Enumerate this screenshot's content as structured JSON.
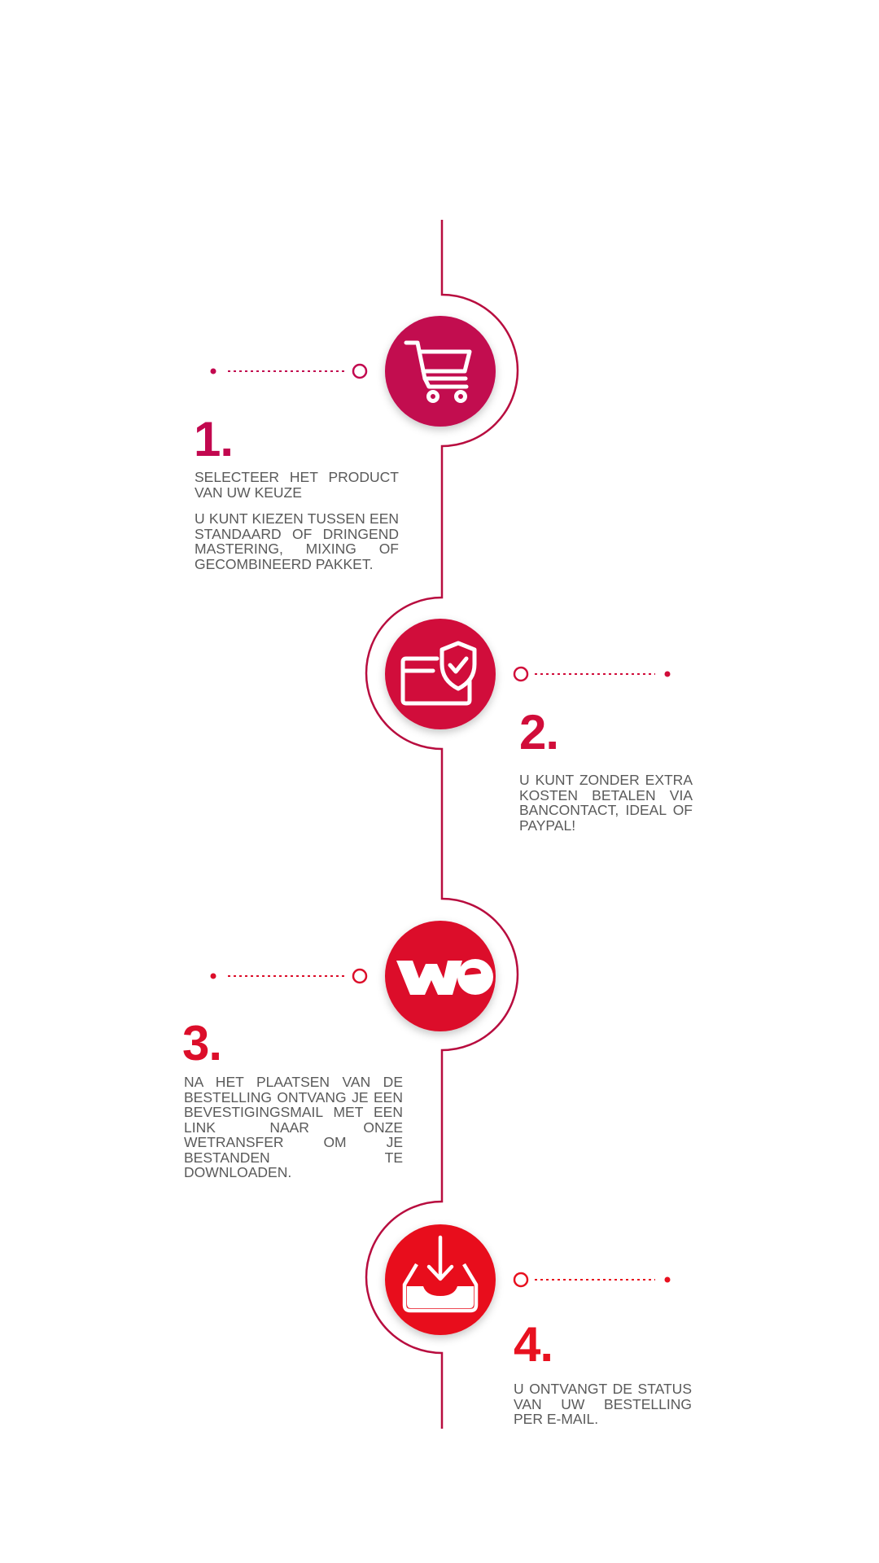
{
  "colors": {
    "line": "#b80d3f",
    "step1": "#c2084f",
    "step2": "#d10d3a",
    "step3": "#dc0e2a",
    "step4": "#e8111f",
    "text": "#5a5a5a"
  },
  "steps": [
    {
      "number": "1.",
      "icon": "shopping-cart-icon",
      "heading": "SELECTEER HET PRODUCT VAN UW KEUZE",
      "text": "U KUNT KIEZEN TUSSEN EEN STANDAARD OF DRINGEND MASTERING, MIXING OF GECOMBINEERD PAKKET."
    },
    {
      "number": "2.",
      "icon": "secure-payment-icon",
      "text": "U KUNT ZONDER EXTRA KOSTEN BETALEN VIA BANCONTACT, IDEAL OF PAYPAL!"
    },
    {
      "number": "3.",
      "icon": "wetransfer-icon",
      "text": "NA HET PLAATSEN VAN DE BESTELLING ONTVANG JE EEN BEVESTIGINGSMAIL MET EEN LINK NAAR ONZE WETRANSFER OM JE BESTANDEN TE DOWNLOADEN."
    },
    {
      "number": "4.",
      "icon": "download-inbox-icon",
      "text": "U ONTVANGT DE STATUS VAN UW BESTELLING PER E-MAIL."
    }
  ]
}
